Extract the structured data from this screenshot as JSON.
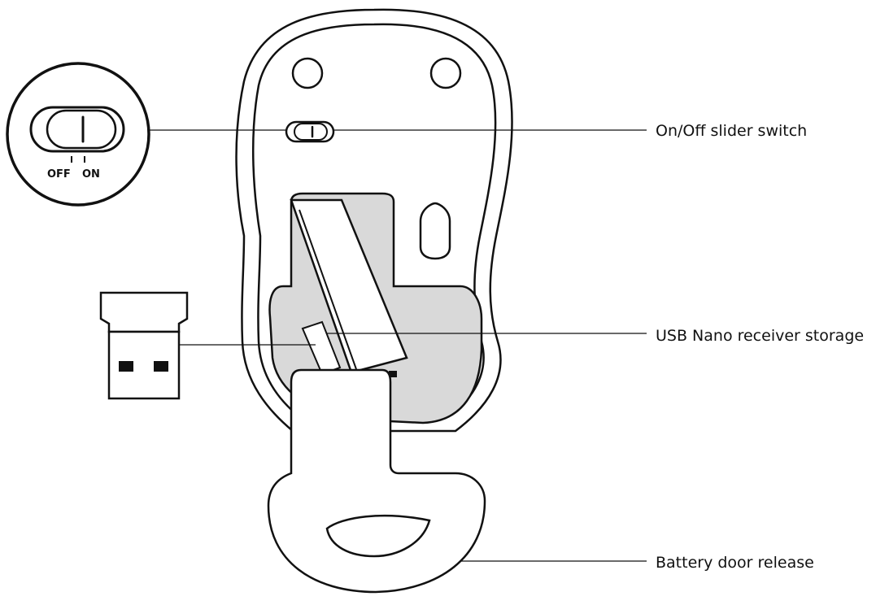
{
  "labels": {
    "on_off_switch": "On/Off slider switch",
    "usb_storage": "USB Nano receiver storage",
    "battery_door": "Battery door release"
  },
  "switch_inset": {
    "off": "OFF",
    "on": "ON"
  },
  "colors": {
    "stroke": "#111111",
    "compartment_fill": "#d9d9d9",
    "background": "#ffffff"
  }
}
